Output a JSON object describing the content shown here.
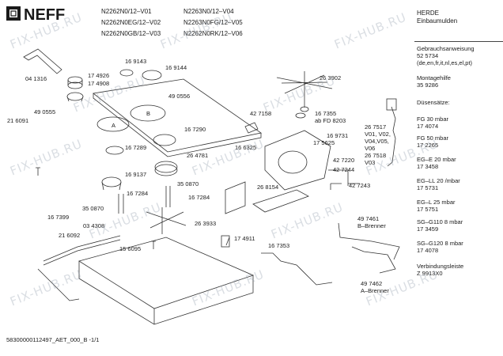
{
  "header": {
    "brand": "NEFF",
    "models_left": [
      "N2262N0/12–V01",
      "N2262N0EG/12–V02",
      "N2262N0GB/12–V03"
    ],
    "models_right": [
      "N2263N0/12–V04",
      "N2263N0FG/12–V05",
      "N2262N0RK/12–V06"
    ],
    "category_line1": "HERDE",
    "category_line2": "Einbaumulden"
  },
  "side_panel": {
    "manual": {
      "label": "Gebrauchsanweisung",
      "number": "52 5734",
      "langs": "(de,en,fr,it,nl,es,el,pt)"
    },
    "mounting": {
      "label": "Montagehilfe",
      "number": "35 9286"
    },
    "nozzles_title": "Düsensätze:",
    "nozzles": [
      {
        "label": "FG 30 mbar",
        "number": "17 4074"
      },
      {
        "label": "FG 50 mbar",
        "number": "17 2265"
      },
      {
        "label": "EG–E 20 mbar",
        "number": "17 3458"
      },
      {
        "label": "EG–LL 20 /mbar",
        "number": "17 5731"
      },
      {
        "label": "EG–L 25 mbar",
        "number": "17 5751"
      },
      {
        "label": "SG–G110 8 mbar",
        "number": "17 3459"
      },
      {
        "label": "SG–G120 8 mbar",
        "number": "17 4078"
      }
    ],
    "connector": {
      "label": "Verbindungsleiste",
      "number": "Z 9913X0"
    }
  },
  "part_labels": [
    {
      "text": "04 1316"
    },
    {
      "text": "17 4926"
    },
    {
      "text": "17 4908"
    },
    {
      "text": "16 9143"
    },
    {
      "text": "16 9144"
    },
    {
      "text": "49 0555"
    },
    {
      "text": "21 6091"
    },
    {
      "text": "49 0556"
    },
    {
      "text": "16 7290"
    },
    {
      "text": "16 7289"
    },
    {
      "text": "26 4781"
    },
    {
      "text": "16 9137"
    },
    {
      "text": "35 0870"
    },
    {
      "text": "16 7284"
    },
    {
      "text": "16 7284"
    },
    {
      "text": "35 0870"
    },
    {
      "text": "16 7399"
    },
    {
      "text": "03 4308"
    },
    {
      "text": "21 6092"
    },
    {
      "text": "15 6095"
    },
    {
      "text": "26 3933"
    },
    {
      "text": "26 3902"
    },
    {
      "text": "42 7158"
    },
    {
      "text": "16 6325"
    },
    {
      "text": "16 7355"
    },
    {
      "text": "ab FD 8203"
    },
    {
      "text": "16 9731"
    },
    {
      "text": "17 5625"
    },
    {
      "text": "26 7517"
    },
    {
      "text": "V01, V02,"
    },
    {
      "text": "V04,V05,"
    },
    {
      "text": "V06"
    },
    {
      "text": "26 7518"
    },
    {
      "text": "V03"
    },
    {
      "text": "42 7220"
    },
    {
      "text": "42 7244"
    },
    {
      "text": "42 7243"
    },
    {
      "text": "26 8154"
    },
    {
      "text": "17 4911"
    },
    {
      "text": "16 7353"
    },
    {
      "text": "49 7461"
    },
    {
      "text": "B–Brenner"
    },
    {
      "text": "49 7462"
    },
    {
      "text": "A–Brenner"
    },
    {
      "text": "A"
    },
    {
      "text": "B"
    }
  ],
  "footer": "58300000112497_AET_000_B -1/1",
  "watermark": "FIX-HUB.RU"
}
